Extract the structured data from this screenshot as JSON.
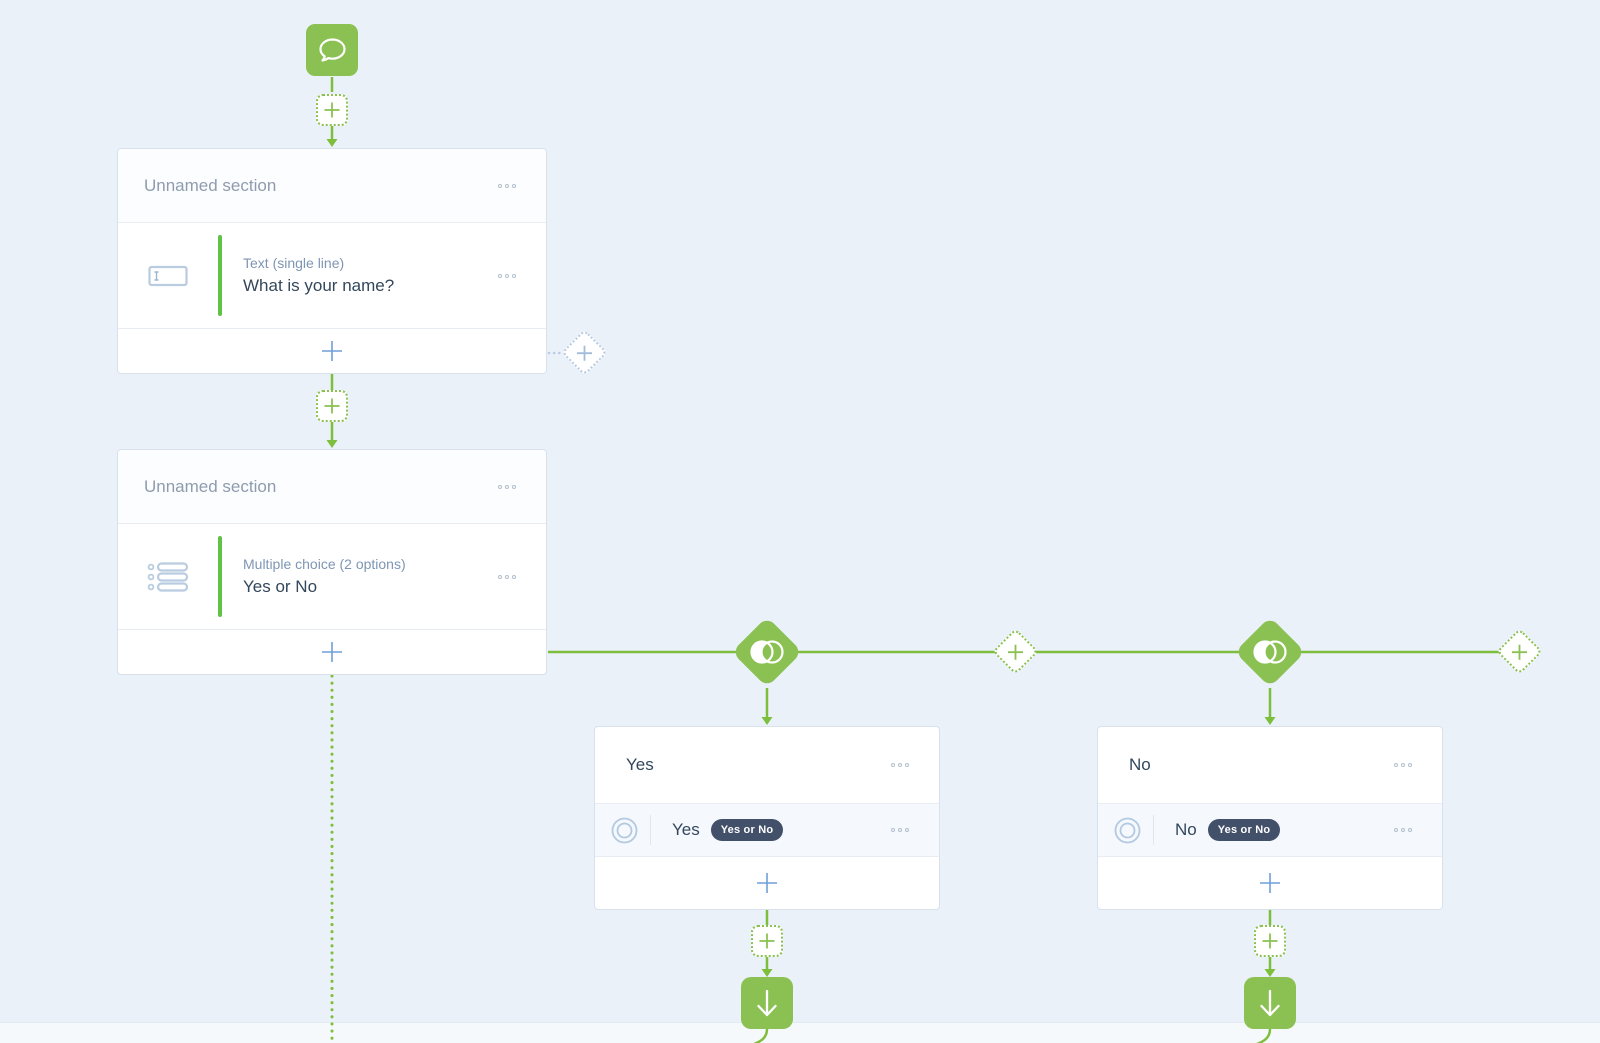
{
  "colors": {
    "canvas_bg": "#eaf1f9",
    "node_green": "#8bc152",
    "connector_green": "#7ebe3d",
    "accent_bar_green": "#5fc347",
    "ghost_blue": "#b9cbe2",
    "badge_bg": "#43506a",
    "title_text": "#33475c",
    "muted_header_text": "#8e9cae",
    "type_label_text": "#7e96b4",
    "plus_blue": "#6f9fd8"
  },
  "start_node": {
    "icon": "chat-bubble-icon"
  },
  "sections": [
    {
      "header": "Unnamed section",
      "item": {
        "icon": "text-input-icon",
        "type_label": "Text (single line)",
        "title": "What is your name?"
      }
    },
    {
      "header": "Unnamed section",
      "item": {
        "icon": "multiple-choice-icon",
        "type_label": "Multiple choice (2 options)",
        "title": "Yes or No"
      }
    }
  ],
  "branches": [
    {
      "header": "Yes",
      "option": {
        "icon": "radio-icon",
        "label": "Yes",
        "badge": "Yes or No"
      }
    },
    {
      "header": "No",
      "option": {
        "icon": "radio-icon",
        "label": "No",
        "badge": "Yes or No"
      }
    }
  ],
  "connector_icons": {
    "branch_diamond": "overlapping-circles-icon",
    "goto_node": "arrow-down-icon",
    "add_step": "plus-icon"
  }
}
